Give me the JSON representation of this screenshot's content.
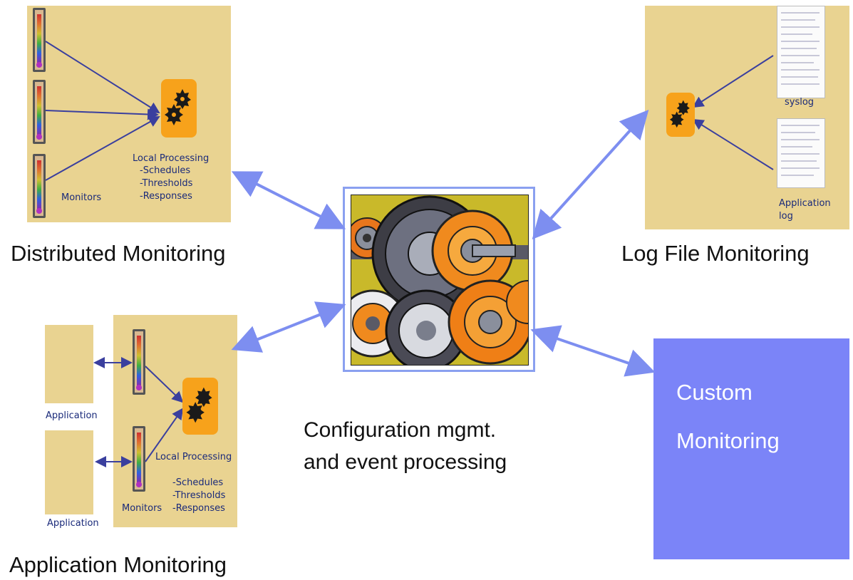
{
  "captions": {
    "distributed": "Distributed Monitoring",
    "log_file": "Log File Monitoring",
    "application": "Application Monitoring",
    "center_line1": "Configuration mgmt.",
    "center_line2": "and event processing"
  },
  "custom_box": {
    "line1": "Custom",
    "line2": "Monitoring",
    "color": "#7b84f8"
  },
  "distributed_panel": {
    "local_processing": "Local Processing",
    "item1": "-Schedules",
    "item2": "-Thresholds",
    "item3": "-Responses",
    "monitors": "Monitors"
  },
  "log_panel": {
    "syslog": "syslog",
    "app_log1": "Application",
    "app_log2": "log"
  },
  "application_panel": {
    "app1": "Application",
    "app2": "Application",
    "local_processing": "Local Processing",
    "item1": "-Schedules",
    "item2": "-Thresholds",
    "item3": "-Responses",
    "monitors": "Monitors"
  },
  "colors": {
    "panel": "#e9d391",
    "gear_box": "#f7a21b",
    "arrow": "#7d8ef0",
    "inner_arrow": "#3a3f9e"
  },
  "icons": {
    "gear": "gear-icon",
    "thermometer": "thermometer-icon",
    "machinery": "machinery-gears-icon",
    "log_document": "document-icon"
  }
}
